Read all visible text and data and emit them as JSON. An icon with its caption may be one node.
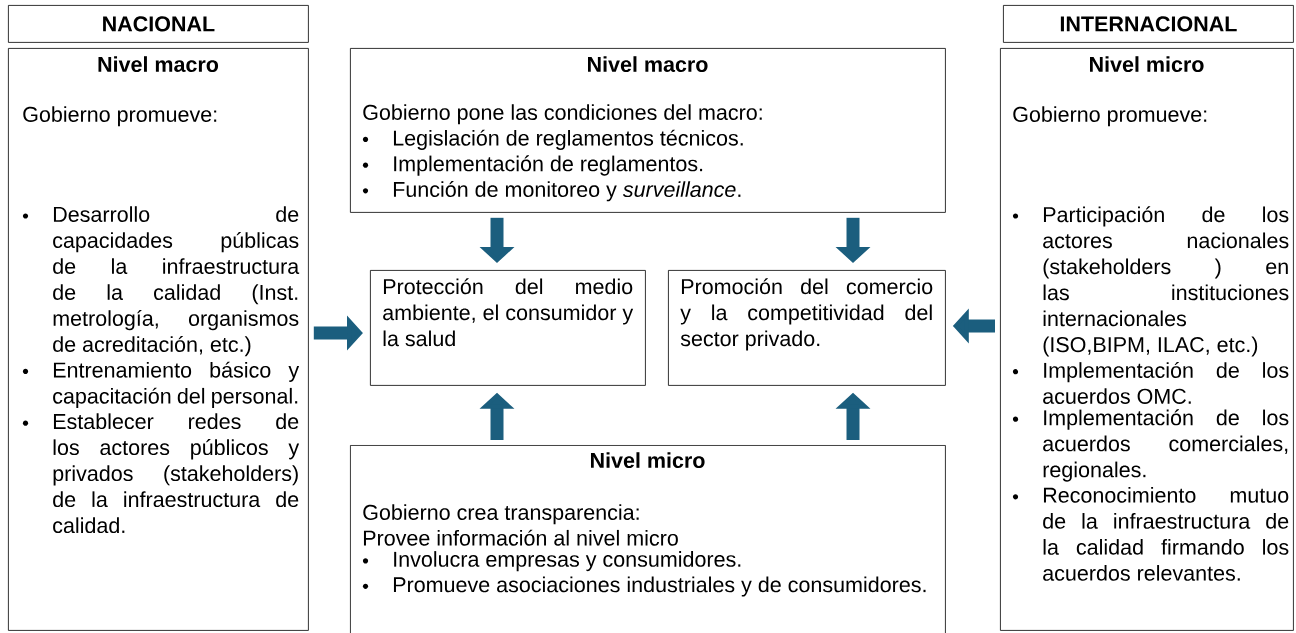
{
  "diagram": {
    "nodes": [
      {
        "text": [
          "NACIONAL"
        ]
      },
      {
        "text": [
          "Nivel macro",
          "Gobierno promueve:",
          "Desarrollo de capacidades públicas de la infraestructura de la calidad (Inst. metrología, organismos de acreditación, etc.)",
          "Entrenamiento básico y capacitación del personal.",
          "Establecer redes de los actores públicos y privados (stakeholders) de la infraestructura de calidad."
        ]
      },
      {
        "text": [
          "Nivel macro",
          "Gobierno pone las condiciones del macro:",
          "Legislación de reglamentos técnicos.",
          "Implementación de reglamentos.",
          "Función de monitoreo y *surveillance*."
        ]
      },
      {
        "text": [
          "Protección del medio ambiente, el consumidor y la salud"
        ]
      },
      {
        "text": [
          "Promoción del comercio y la competitividad del sector privado."
        ]
      },
      {
        "text": [
          "Nivel micro",
          "Gobierno crea transparencia:",
          "Provee información al nivel micro",
          "Involucra empresas y consumidores.",
          "Promueve asociaciones industriales y de consumidores."
        ]
      },
      {
        "text": [
          "INTERNACIONAL"
        ]
      },
      {
        "text": [
          "Nivel micro",
          "Gobierno promueve:",
          "Participación de los actores nacionales (stakeholders ) en las instituciones internacionales (ISO,BIPM, ILAC, etc.)",
          "Implementación de los acuerdos OMC.",
          "Implementación de los acuerdos comerciales, regionales.",
          "Reconocimiento mutuo de la infraestructura de la calidad firmando los acuerdos relevantes."
        ]
      }
    ],
    "edges": [
      {
        "from": 2,
        "to": 3,
        "arrow": "to"
      },
      {
        "from": 2,
        "to": 4,
        "arrow": "to"
      },
      {
        "from": 5,
        "to": 3,
        "arrow": "to"
      },
      {
        "from": 5,
        "to": 4,
        "arrow": "to"
      },
      {
        "from": 1,
        "to": 3,
        "arrow": "to"
      },
      {
        "from": 7,
        "to": 4,
        "arrow": "to"
      }
    ]
  }
}
